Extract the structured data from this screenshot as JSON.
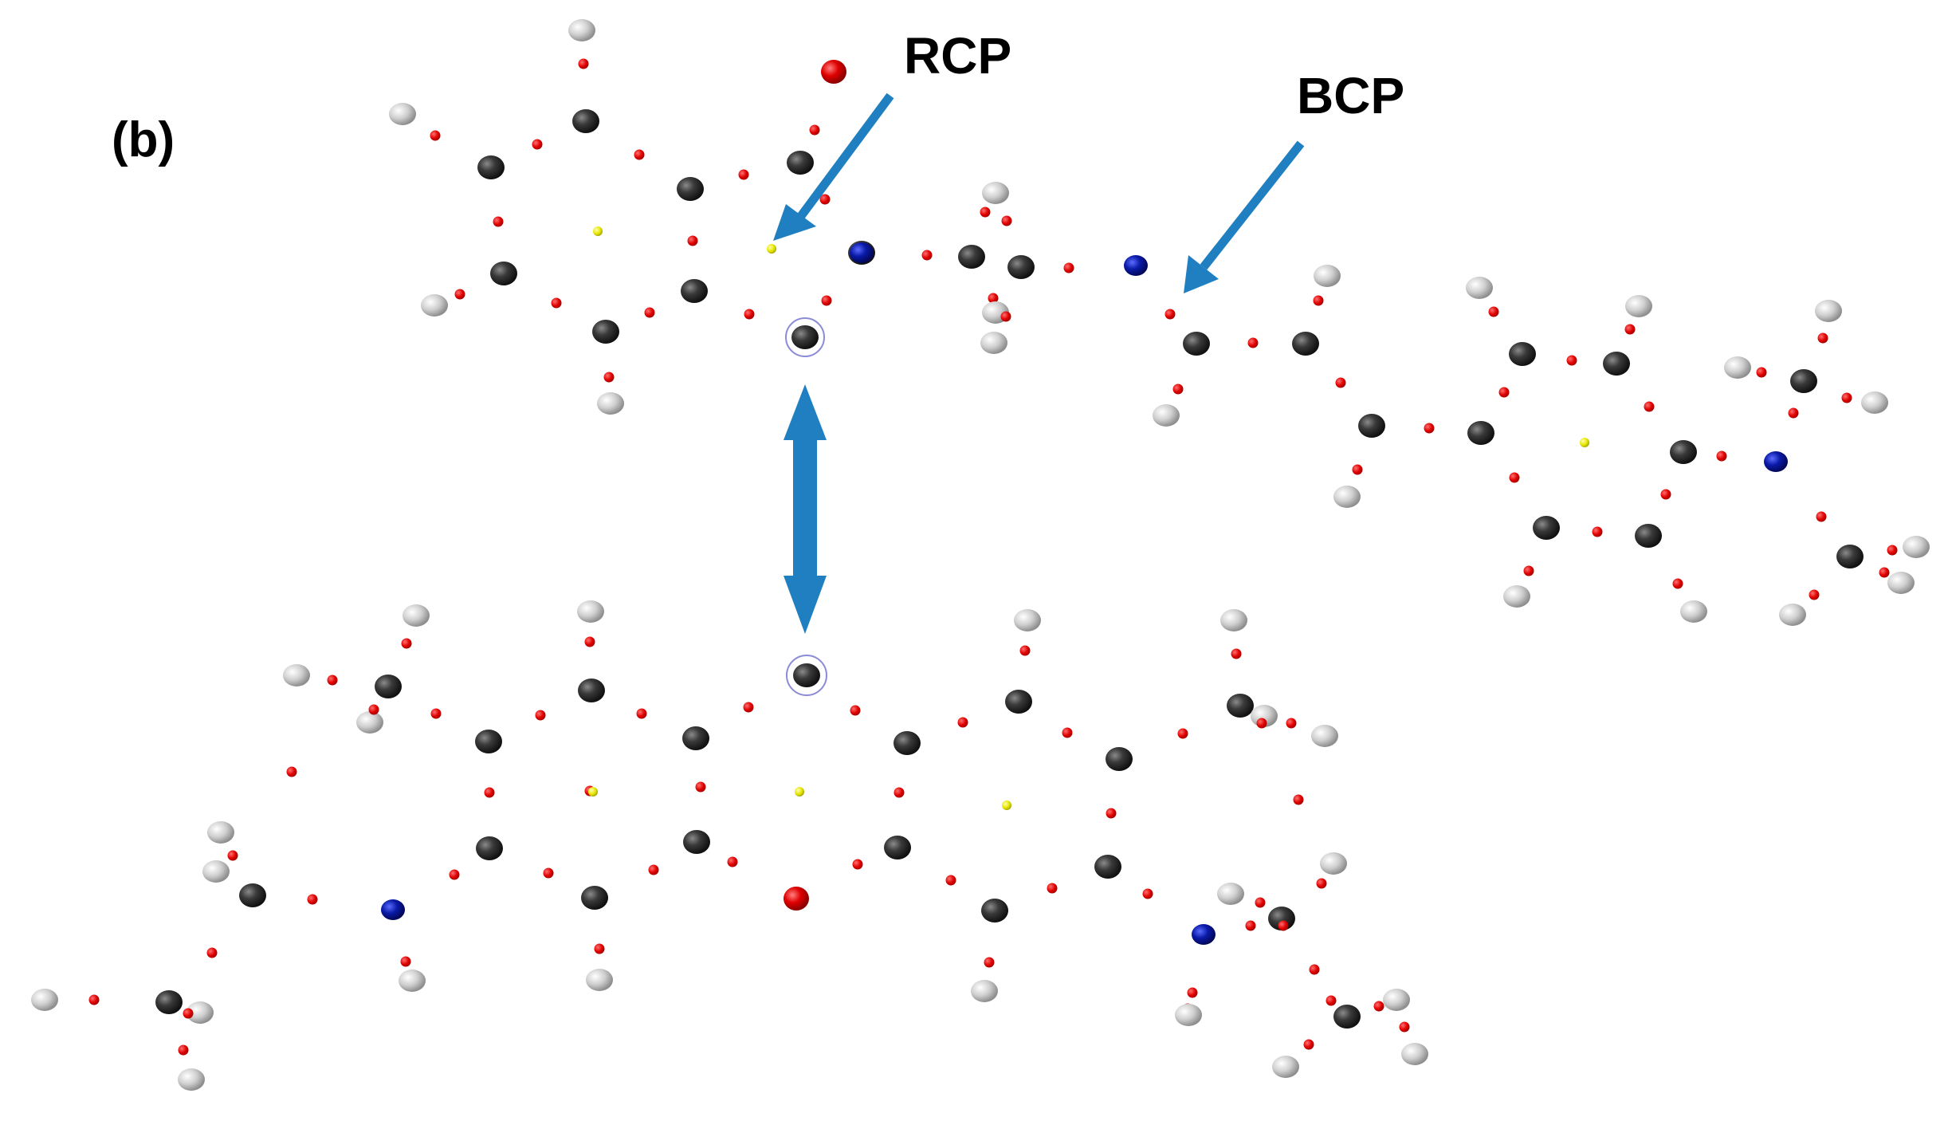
{
  "figure": {
    "panel_label": "(b)",
    "annotations": {
      "rcp_label": "RCP",
      "bcp_label": "BCP"
    }
  },
  "legend_colors": {
    "carbon": "#3a3a3a",
    "hydrogen": "#cfcfcf",
    "nitrogen": "#0a1aa8",
    "oxygen": "#e00000",
    "bond_critical_point": "#e00000",
    "ring_critical_point": "#e6e600",
    "arrow": "#1f7fc0"
  }
}
